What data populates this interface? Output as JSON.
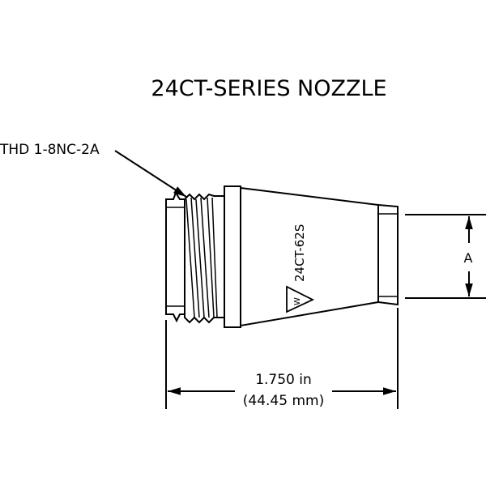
{
  "title": "24CT-SERIES NOZZLE",
  "thread_callout": "THD 1-8NC-2A",
  "part_marking": "24CT-62S",
  "logo_text": "W",
  "dimension_a_label": "A",
  "length_in": "1.750 in",
  "length_mm": "(44.45 mm)"
}
